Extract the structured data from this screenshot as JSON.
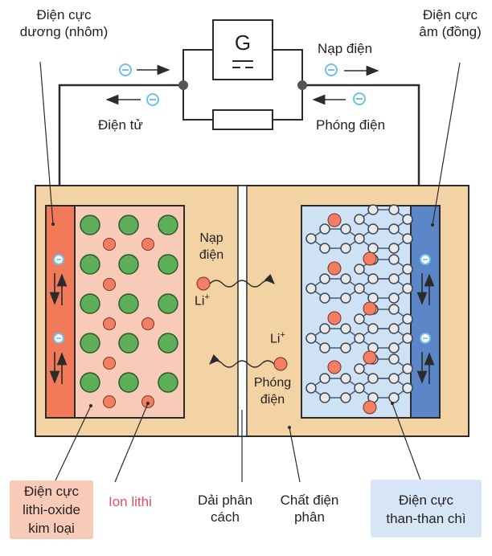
{
  "title": "Sơ đồ pin lithi-ion",
  "colors": {
    "cell_bg": "#f3d2a3",
    "cathode_collector": "#f07a5a",
    "cathode_material": "#f8cbb8",
    "anode_collector": "#5b86c8",
    "anode_material": "#cfe1f4",
    "oxide_atom": "#5fae5a",
    "oxide_atom_stroke": "#2a5a2a",
    "lithium_ion": "#f27f63",
    "carbon_atom": "#e9e9e9",
    "electron": "#6fc1e6",
    "wire": "#2b2b2b",
    "label_cathode_bg": "#f8cbb8",
    "label_anode_bg": "#d7e6f6",
    "label_ion_text": "#e0505e"
  },
  "circuit": {
    "meter_label": "G",
    "meter_symbol": "galvanometer-dc",
    "resistor": "resistor",
    "electron_symbol": "⊖"
  },
  "labels": {
    "positive_electrode": [
      "Điện cực",
      "dương (nhôm)"
    ],
    "negative_electrode": [
      "Điện cực",
      "âm (đồng)"
    ],
    "charging_top": "Nạp điện",
    "discharging_top": "Phóng điện",
    "electron": "Điện tử",
    "charging_inner": [
      "Nạp",
      "điện"
    ],
    "discharging_inner": [
      "Phóng",
      "điện"
    ],
    "li_ion_a": "Li",
    "li_ion_b": "Li",
    "li_charge": "+"
  },
  "legend": {
    "cathode": [
      "Điện cực",
      "lithi-oxide",
      "kim loại"
    ],
    "ion": "Ion lithi",
    "separator": [
      "Dải phân",
      "cách"
    ],
    "electrolyte": [
      "Chất điện",
      "phân"
    ],
    "anode": [
      "Điện cực",
      "than-than chì"
    ]
  }
}
